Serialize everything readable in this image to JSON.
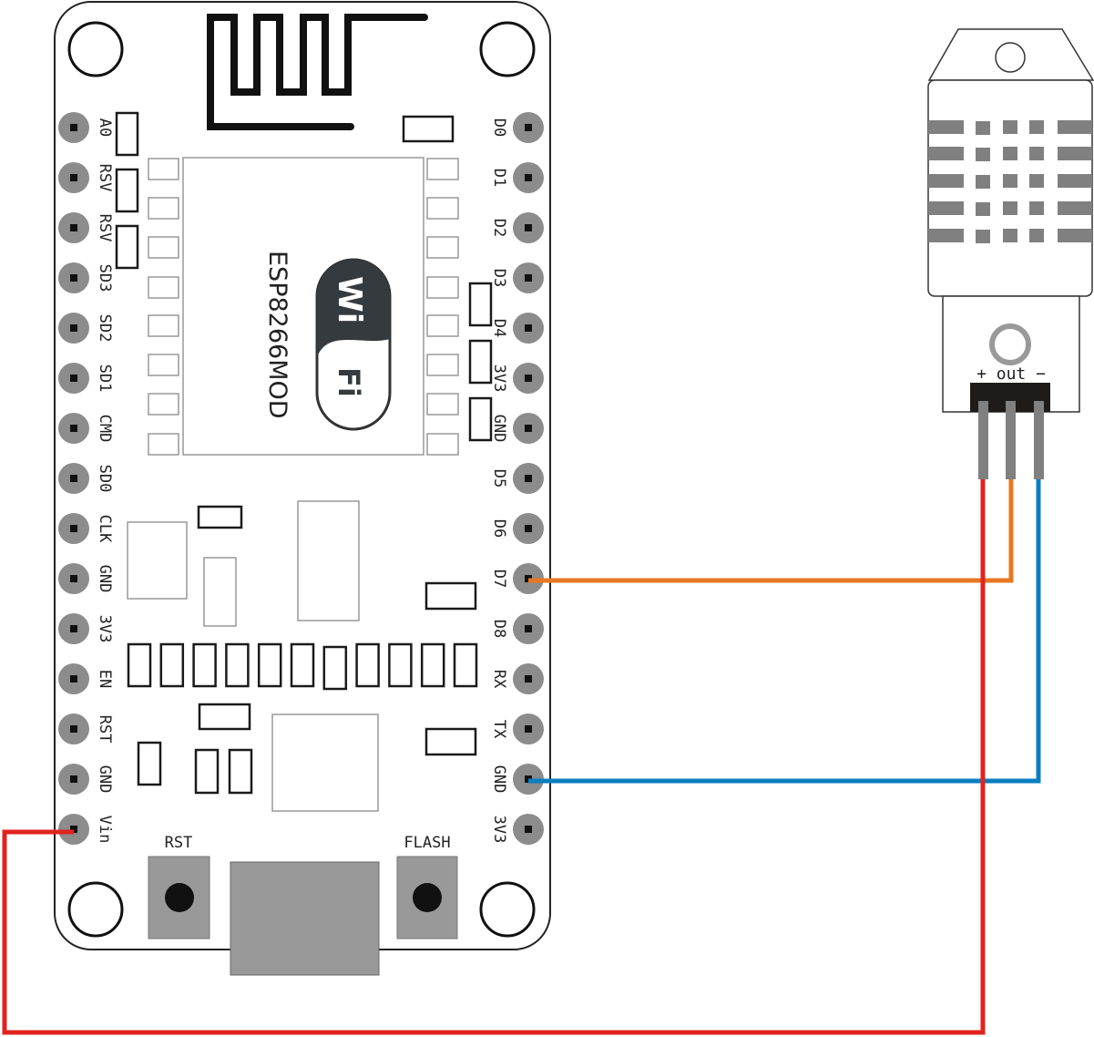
{
  "board": {
    "module_label": "ESP8266MOD",
    "wifi_logo": {
      "top": "Wi",
      "bottom": "Fi"
    },
    "left_pins": [
      "A0",
      "RSV",
      "RSV",
      "SD3",
      "SD2",
      "SD1",
      "CMD",
      "SD0",
      "CLK",
      "GND",
      "3V3",
      "EN",
      "RST",
      "GND",
      "Vin"
    ],
    "right_pins": [
      "D0",
      "D1",
      "D2",
      "D3",
      "D4",
      "3V3",
      "GND",
      "D5",
      "D6",
      "D7",
      "D8",
      "RX",
      "TX",
      "GND",
      "3V3"
    ],
    "rst_button_label": "RST",
    "flash_button_label": "FLASH"
  },
  "sensor": {
    "pin_label": "+ out −"
  },
  "wires": [
    {
      "from": "D7",
      "to": "out",
      "color": "#e87722"
    },
    {
      "from": "GND",
      "to": "-",
      "color": "#0a7ec2"
    },
    {
      "from": "Vin",
      "to": "+",
      "color": "#e0231e"
    }
  ],
  "colors": {
    "pin": "#8c8c8c",
    "button": "#999999",
    "sensor_vent": "#808080"
  }
}
